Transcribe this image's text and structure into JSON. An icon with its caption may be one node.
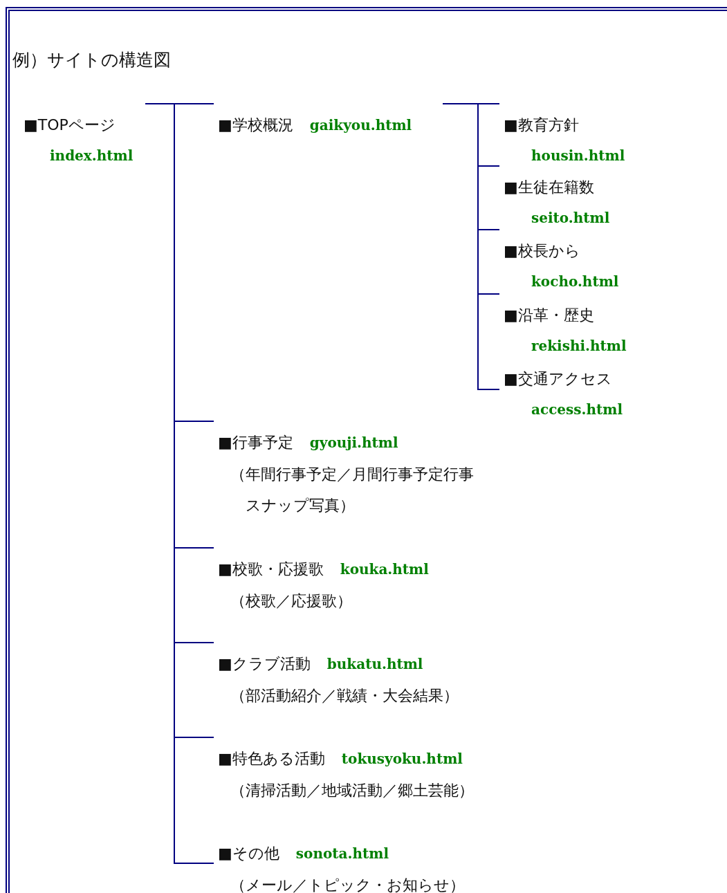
{
  "diagram": {
    "title": "例）サイトの構造図",
    "nodes": [
      {
        "text": [
          "■TOPページ",
          "index.html"
        ]
      },
      {
        "text": [
          "■学校概況",
          "gaikyou.html"
        ]
      },
      {
        "text": [
          "■教育方針",
          "housin.html"
        ]
      },
      {
        "text": [
          "■生徒在籍数",
          "seito.html"
        ]
      },
      {
        "text": [
          "■校長から",
          "kocho.html"
        ]
      },
      {
        "text": [
          "■沿革・歴史",
          "rekishi.html"
        ]
      },
      {
        "text": [
          "■交通アクセス",
          "access.html"
        ]
      },
      {
        "text": [
          "■行事予定",
          "gyouji.html",
          "（年間行事予定／月間行事予定行事スナップ写真）"
        ]
      },
      {
        "text": [
          "■校歌・応援歌",
          "kouka.html",
          "（校歌／応援歌）"
        ]
      },
      {
        "text": [
          "■クラブ活動",
          "bukatu.html",
          "（部活動紹介／戦績・大会結果）"
        ]
      },
      {
        "text": [
          "■特色ある活動",
          "tokusyoku.html",
          "（清掃活動／地域活動／郷土芸能）"
        ]
      },
      {
        "text": [
          "■その他",
          "sonota.html",
          "（メール／トピック・お知らせ）"
        ]
      }
    ],
    "edges": [
      {
        "from": 0,
        "to": 1,
        "arrow": "none"
      },
      {
        "from": 1,
        "to": 2,
        "arrow": "none"
      },
      {
        "from": 1,
        "to": 3,
        "arrow": "none"
      },
      {
        "from": 1,
        "to": 4,
        "arrow": "none"
      },
      {
        "from": 1,
        "to": 5,
        "arrow": "none"
      },
      {
        "from": 1,
        "to": 6,
        "arrow": "none"
      },
      {
        "from": 0,
        "to": 7,
        "arrow": "none"
      },
      {
        "from": 0,
        "to": 8,
        "arrow": "none"
      },
      {
        "from": 0,
        "to": 9,
        "arrow": "none"
      },
      {
        "from": 0,
        "to": 10,
        "arrow": "none"
      },
      {
        "from": 0,
        "to": 11,
        "arrow": "none"
      }
    ]
  }
}
